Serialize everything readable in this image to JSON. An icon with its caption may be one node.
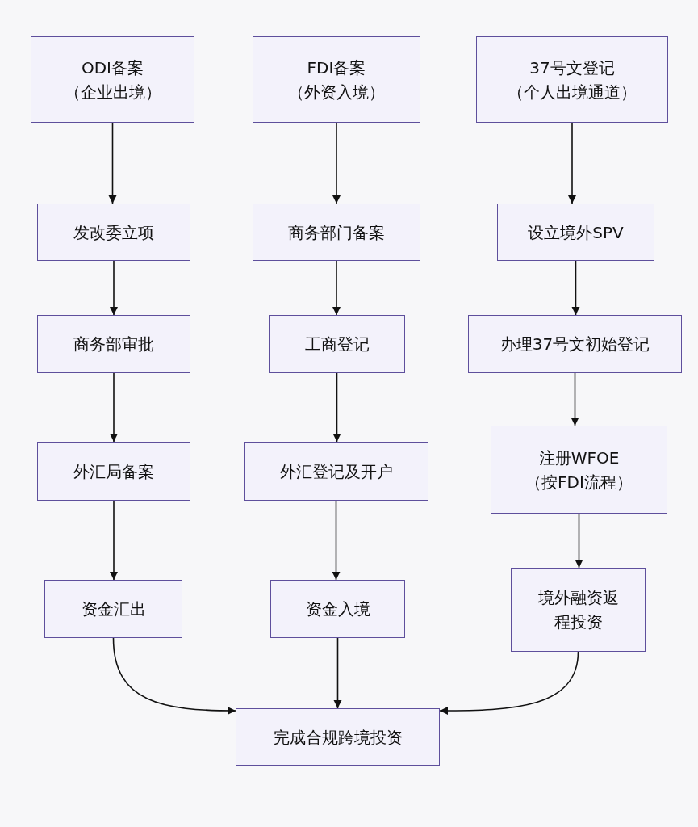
{
  "diagram": {
    "nodes": [
      {
        "text": [
          "ODI备案",
          "（企业出境）"
        ]
      },
      {
        "text": [
          "FDI备案",
          "（外资入境）"
        ]
      },
      {
        "text": [
          "37号文登记",
          "（个人出境通道）"
        ]
      },
      {
        "text": [
          "发改委立项"
        ]
      },
      {
        "text": [
          "商务部门备案"
        ]
      },
      {
        "text": [
          "设立境外SPV"
        ]
      },
      {
        "text": [
          "商务部审批"
        ]
      },
      {
        "text": [
          "工商登记"
        ]
      },
      {
        "text": [
          "办理37号文初始登记"
        ]
      },
      {
        "text": [
          "外汇局备案"
        ]
      },
      {
        "text": [
          "外汇登记及开户"
        ]
      },
      {
        "text": [
          "注册WFOE",
          "（按FDI流程）"
        ]
      },
      {
        "text": [
          "资金汇出"
        ]
      },
      {
        "text": [
          "资金入境"
        ]
      },
      {
        "text": [
          "境外融资返程投资"
        ]
      },
      {
        "text": [
          "完成合规跨境投资"
        ]
      }
    ],
    "edges": [
      {
        "from": 0,
        "to": 3,
        "arrow": "to"
      },
      {
        "from": 3,
        "to": 6,
        "arrow": "to"
      },
      {
        "from": 6,
        "to": 9,
        "arrow": "to"
      },
      {
        "from": 9,
        "to": 12,
        "arrow": "to"
      },
      {
        "from": 12,
        "to": 15,
        "arrow": "to"
      },
      {
        "from": 1,
        "to": 4,
        "arrow": "to"
      },
      {
        "from": 4,
        "to": 7,
        "arrow": "to"
      },
      {
        "from": 7,
        "to": 10,
        "arrow": "to"
      },
      {
        "from": 10,
        "to": 13,
        "arrow": "to"
      },
      {
        "from": 13,
        "to": 15,
        "arrow": "to"
      },
      {
        "from": 2,
        "to": 5,
        "arrow": "to"
      },
      {
        "from": 5,
        "to": 8,
        "arrow": "to"
      },
      {
        "from": 8,
        "to": 11,
        "arrow": "to"
      },
      {
        "from": 11,
        "to": 14,
        "arrow": "to"
      },
      {
        "from": 14,
        "to": 15,
        "arrow": "to"
      }
    ]
  }
}
